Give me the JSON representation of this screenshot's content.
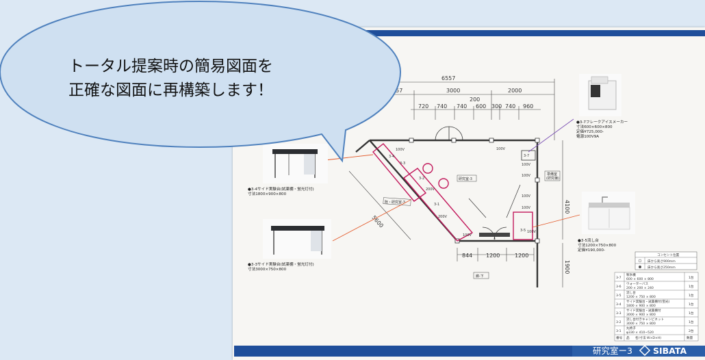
{
  "speech_bubble": {
    "line1": "トータル提案時の簡易図面を",
    "line2": "正確な図面に再構築します！"
  },
  "dimensions": {
    "top_total": "6557",
    "top_row2": [
      "1557",
      "3000",
      "2000"
    ],
    "top_row3": [
      "720",
      "740",
      "740",
      "600",
      "300",
      "740",
      "960"
    ],
    "top_row3_extra": "200",
    "bottom": [
      "844",
      "1200",
      "1200"
    ],
    "right_vertical_1": "4100",
    "right_vertical_2": "1900",
    "diagonal": "5600"
  },
  "room_labels": {
    "outlet_labels": [
      "100V",
      "100V",
      "100V",
      "100V",
      "100V",
      "100V",
      "100V",
      "100V",
      "200V",
      "200V"
    ],
    "unit_tags": [
      "3-4",
      "3-3",
      "3-5",
      "3-7",
      "3-2",
      "3-1"
    ],
    "center_tag": "研究室-3",
    "diag_tag": "既・研究室-3",
    "right_tag": "準備室",
    "right_tag2": "(研究棟)",
    "bottom_tag": "廊-下"
  },
  "equipment": [
    {
      "id": "eq-3-4",
      "caption_line1": "●3-4サイド実験台(試薬棚・蛍光灯付)",
      "caption_line2": "寸法1800×900×800"
    },
    {
      "id": "eq-3-3",
      "caption_line1": "●3-3サイド実験台(試薬棚・蛍光灯付)",
      "caption_line2": "寸法3000×750×800"
    },
    {
      "id": "eq-3-7",
      "caption_line1": "●3-7フレークアイスメーカー",
      "caption_line2": "寸法600×600×800",
      "caption_line3": "定価¥725,000-",
      "caption_line4": "電源100V9A"
    },
    {
      "id": "eq-3-5",
      "caption_line1": "●3-5流し台",
      "caption_line2": "寸法1200×750×800",
      "caption_line3": "定価¥190,000-"
    }
  ],
  "outlet_legend": {
    "title": "コンセント位置",
    "rows": [
      "床から高さ900mm",
      "床から高さ250mm"
    ]
  },
  "parts_table": {
    "rows": [
      {
        "no": "3-7",
        "name": "製氷機",
        "spec": "600 × 600 × 800",
        "qty": "1台"
      },
      {
        "no": "3-6",
        "name": "ウォーターバス",
        "spec": "200 × 200 × 240",
        "qty": "1台"
      },
      {
        "no": "3-5",
        "name": "流し台",
        "spec": "1200 × 750 × 800",
        "qty": "1台"
      },
      {
        "no": "3-4",
        "name": "サイド実験台・試薬棚付(蛍光)",
        "spec": "1800 × 900 × 800",
        "qty": "1台"
      },
      {
        "no": "3-3",
        "name": "サイド実験台・試薬棚付",
        "spec": "3000 × 900 × 800",
        "qty": "1台"
      },
      {
        "no": "3-2",
        "name": "流し台付きキャンビネット",
        "spec": "3000 × 750 × 800",
        "qty": "1台"
      },
      {
        "no": "3-1",
        "name": "丸椅子",
        "spec": "φ330 × 410~520",
        "qty": "2台"
      }
    ],
    "footer": {
      "no": "番号",
      "name": "品",
      "spec": "名(寸法 W×D×H)",
      "qty": "数量"
    }
  },
  "footer": {
    "room": "研究室ー3",
    "brand": "SIBATA"
  },
  "colors": {
    "bubble_fill": "#cfe0f1",
    "bubble_stroke": "#4f81bd",
    "header_bar": "#1f4e9a",
    "footer_bar": "#1f4e9a",
    "wall": "#333333",
    "highlight": "#c2185b",
    "leader_red": "#e35a2b",
    "leader_purple": "#7a4fb4"
  }
}
